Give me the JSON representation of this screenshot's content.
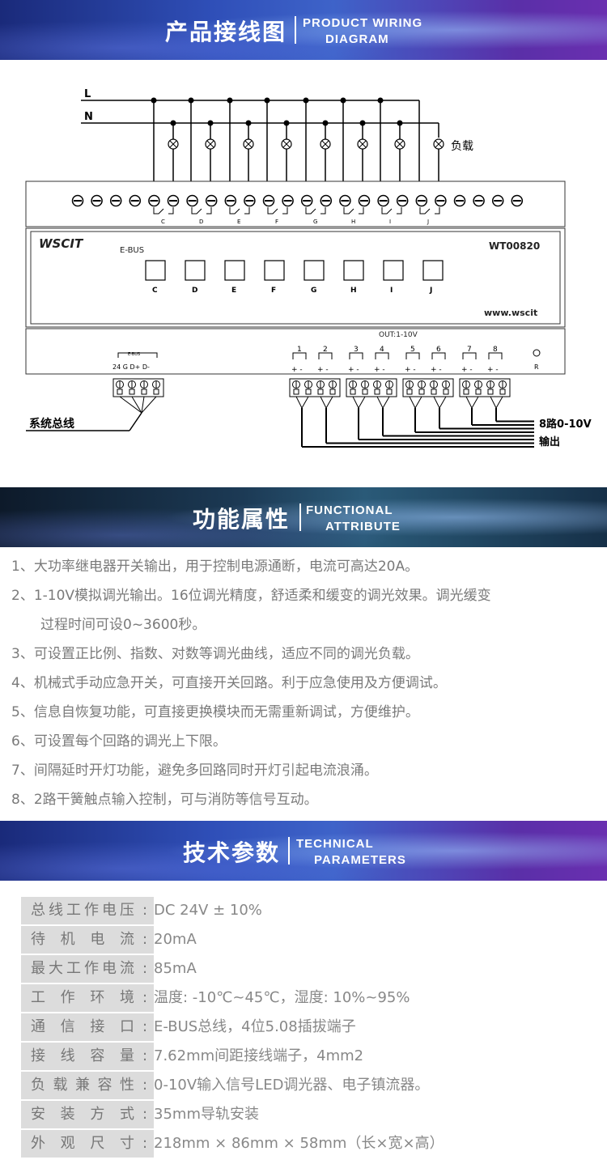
{
  "wiring_banner": {
    "title_cn": "产品接线图",
    "title_en_line1": "PRODUCT WIRING",
    "title_en_line2": "DIAGRAM"
  },
  "functional_banner": {
    "title_cn": "功能属性",
    "title_en_line1": "FUNCTIONAL",
    "title_en_line2": "ATTRIBUTE"
  },
  "technical_banner": {
    "title_cn": "技术参数",
    "title_en_line1": "TECHNICAL",
    "title_en_line2": "PARAMETERS"
  },
  "diagram": {
    "line_L": "L",
    "line_N": "N",
    "load_label": "负载",
    "relay_channels": [
      "C",
      "D",
      "E",
      "F",
      "G",
      "H",
      "I",
      "J"
    ],
    "brand_logo": "WSCIT",
    "bus_label": "E-BUS",
    "model": "WT00820",
    "website": "www.wscit",
    "out_label": "OUT:1-10V",
    "out_numbers": [
      "1",
      "2",
      "3",
      "4",
      "5",
      "6",
      "7",
      "8"
    ],
    "out_polarity": "+ -",
    "r_label": "R",
    "ebus_small": "E-BUS",
    "bus_terminals": "24  G  D+ D-",
    "system_bus": "系统总线",
    "output_8ch": "8路0-10V",
    "output_label": "输出"
  },
  "features": [
    "1、大功率继电器开关输出，用于控制电源通断，电流可高达20A。",
    "2、1-10V模拟调光输出。16位调光精度，舒适柔和缓变的调光效果。调光缓变",
    "过程时间可设0~3600秒。",
    "3、可设置正比例、指数、对数等调光曲线，适应不同的调光负载。",
    "4、机械式手动应急开关，可直接开关回路。利于应急使用及方便调试。",
    "5、信息自恢复功能，可直接更换模块而无需重新调试，方便维护。",
    "6、可设置每个回路的调光上下限。",
    "7、间隔延时开灯功能，避免多回路同时开灯引起电流浪涌。",
    "8、2路干簧触点输入控制，可与消防等信号互动。"
  ],
  "params": [
    {
      "label": "总线工作电压",
      "colon": ":",
      "value": "DC 24V ± 10%"
    },
    {
      "label": "待机电流",
      "colon": ":",
      "value": "20mA"
    },
    {
      "label": "最大工作电流",
      "colon": ":",
      "value": "85mA"
    },
    {
      "label": "工作环境",
      "colon": ":",
      "value": "温度: -10℃~45℃，湿度: 10%~95%"
    },
    {
      "label": "通信接口",
      "colon": ":",
      "value": "E-BUS总线，4位5.08插拔端子"
    },
    {
      "label": "接线容量",
      "colon": ":",
      "value": "7.62mm间距接线端子，4mm2"
    },
    {
      "label": "负载兼容性",
      "colon": ":",
      "value": "0-10V输入信号LED调光器、电子镇流器。"
    },
    {
      "label": "安装方式",
      "colon": ":",
      "value": "35mm导轨安装"
    },
    {
      "label": "外观尺寸",
      "colon": ":",
      "value": "218mm × 86mm × 58mm（长×宽×高）"
    }
  ]
}
